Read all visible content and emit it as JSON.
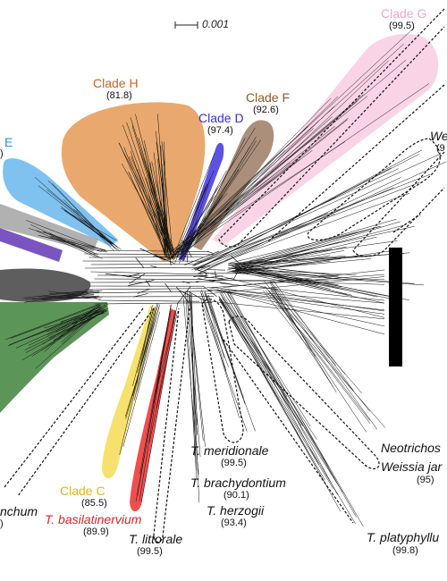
{
  "scale_bar": {
    "label": "0.001"
  },
  "colors": {
    "clade_g": "#f5b7d6",
    "clade_g_text": "#f3a6c9",
    "clade_f": "#9c7b63",
    "clade_f_text": "#8b5a2b",
    "clade_d": "#4a3fe0",
    "clade_d_text": "#3a2fd8",
    "clade_h": "#e7a05e",
    "clade_h_text": "#c0682a",
    "clade_e": "#69b6ec",
    "clade_e_text": "#2e8fd6",
    "gray_light": "#a3a3a3",
    "purple": "#6c42b8",
    "gray_dark": "#555555",
    "green": "#4e8c4a",
    "clade_c": "#f5df66",
    "clade_c_text": "#e1b715",
    "basilatinervium": "#ee3b3b",
    "basilatinervium_text": "#d7262a"
  },
  "labels": {
    "clade_g": {
      "name": "Clade G",
      "support": "(99.5)"
    },
    "clade_h": {
      "name": "Clade H",
      "support": "(81.8)"
    },
    "clade_f": {
      "name": "Clade F",
      "support": "(92.6)"
    },
    "clade_d": {
      "name": "Clade D",
      "support": "(97.4)"
    },
    "clade_e": {
      "name": "E",
      "support": ")"
    },
    "weissia_top": {
      "name": "We",
      "support": "(9"
    },
    "clade_c": {
      "name": "Clade C",
      "support": "(85.5)"
    },
    "basilatinervium": {
      "name": "T. basilatinervium",
      "support": "(89.9)"
    },
    "littorale": {
      "name": "T. littorale",
      "support": "(99.5)"
    },
    "meridionale": {
      "name": "T. meridionale",
      "support": "(99.5)"
    },
    "brachydontium": {
      "name": "T. brachydontium",
      "support": "(90.1)"
    },
    "herzogii": {
      "name": "T. herzogii",
      "support": "(93.4)"
    },
    "platyphyllum": {
      "name": "T. platyphyllu",
      "support": "(99.8)"
    },
    "neotrichostomum": {
      "name": "Neotrichos"
    },
    "weissia_jam": {
      "name": "Weissia jar",
      "support": "(95)"
    },
    "anchum": {
      "name": "nchum",
      "support": ")"
    }
  }
}
